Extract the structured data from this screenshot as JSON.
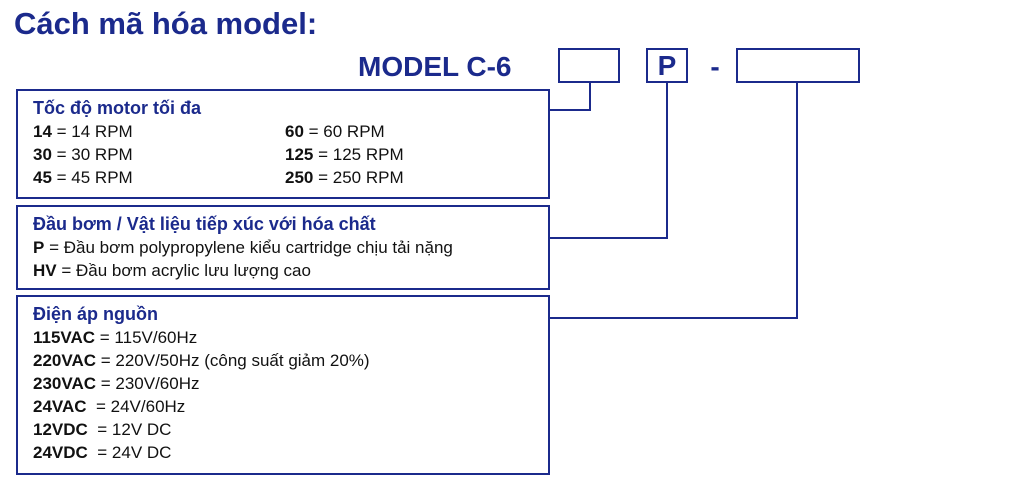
{
  "title": "Cách mã hóa model:",
  "model": {
    "label": "MODEL C-6",
    "slot1": "",
    "slot2": "P",
    "separator": "-",
    "slot3": ""
  },
  "speed": {
    "title": "Tốc độ motor tối đa",
    "items": [
      {
        "code": "14",
        "desc": " = 14 RPM"
      },
      {
        "code": "60",
        "desc": " = 60 RPM"
      },
      {
        "code": "30",
        "desc": " = 30 RPM"
      },
      {
        "code": "125",
        "desc": " = 125 RPM"
      },
      {
        "code": "45",
        "desc": " = 45 RPM"
      },
      {
        "code": "250",
        "desc": " = 250 RPM"
      }
    ]
  },
  "pump_head": {
    "title": "Đầu bơm / Vật liệu tiếp xúc với hóa chất",
    "items": [
      {
        "code": "P",
        "desc": " = Đầu bơm polypropylene kiểu cartridge chịu tải nặng"
      },
      {
        "code": "HV",
        "desc": " = Đầu bơm acrylic lưu lượng cao"
      }
    ]
  },
  "voltage": {
    "title": "Điện áp nguồn",
    "items": [
      {
        "code": "115VAC",
        "desc": " = 115V/60Hz"
      },
      {
        "code": "220VAC",
        "desc": " = 220V/50Hz (công suất giảm 20%)"
      },
      {
        "code": "230VAC",
        "desc": " = 230V/60Hz"
      },
      {
        "code": "24VAC",
        "desc": "  = 24V/60Hz"
      },
      {
        "code": "12VDC",
        "desc": "  = 12V DC"
      },
      {
        "code": "24VDC",
        "desc": "  = 24V DC"
      }
    ]
  },
  "colors": {
    "accent": "#1b2a8c",
    "text": "#111111",
    "background": "#ffffff"
  }
}
